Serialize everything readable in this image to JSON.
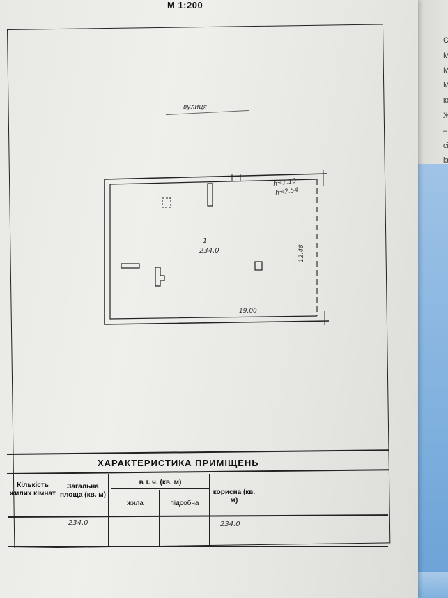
{
  "scale": "М 1:200",
  "street_label": "вулиця",
  "plan": {
    "room_number": "1",
    "room_area": "234.0",
    "height_note_1": "h=1.10",
    "height_note_2": "h=2.54",
    "dim_width": "19.00",
    "dim_depth": "12.48"
  },
  "table": {
    "title": "ХАРАКТЕРИСТИКА ПРИМІЩЕНЬ",
    "headers": {
      "rooms_count": "Кількість жилих кімнат",
      "total_area": "Загальна площа (кв. м)",
      "incl": "в т. ч. (кв. м)",
      "living": "жила",
      "auxiliary": "підсобна",
      "useful": "корисна (кв. м)"
    },
    "row": {
      "rooms_count": "–",
      "total_area": "234.0",
      "living": "–",
      "auxiliary": "–",
      "useful": "234.0"
    }
  },
  "back_sheet_text": [
    "Се",
    "М",
    "М",
    "М",
    "ко",
    "Ж",
    "–",
    "сі",
    "із"
  ]
}
